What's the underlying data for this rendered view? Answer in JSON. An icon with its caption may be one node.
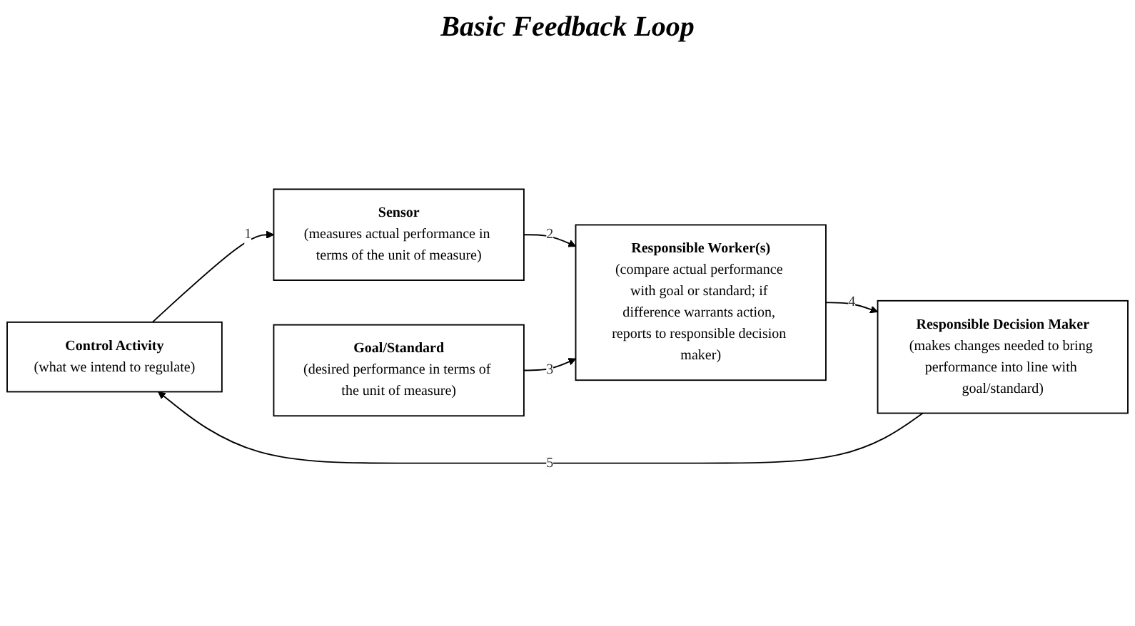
{
  "diagram": {
    "title": "Basic Feedback Loop",
    "nodes": [
      {
        "text": [
          "Control Activity",
          "(what we intend to regulate)"
        ]
      },
      {
        "text": [
          "Sensor",
          "(measures actual performance in terms of the unit of measure)"
        ]
      },
      {
        "text": [
          "Goal/Standard",
          "(desired performance in terms of the unit of measure)"
        ]
      },
      {
        "text": [
          "Responsible Worker(s)",
          "(compare actual performance with goal or standard; if difference warrants action, reports to responsible decision maker)"
        ]
      },
      {
        "text": [
          "Responsible Decision Maker",
          "(makes changes needed to bring performance into line with goal/standard)"
        ]
      }
    ],
    "edges": [
      {
        "from": 0,
        "to": 1,
        "arrow": "to",
        "label": "1"
      },
      {
        "from": 1,
        "to": 3,
        "arrow": "to",
        "label": "2"
      },
      {
        "from": 2,
        "to": 3,
        "arrow": "to",
        "label": "3"
      },
      {
        "from": 3,
        "to": 4,
        "arrow": "to",
        "label": "4"
      },
      {
        "from": 4,
        "to": 0,
        "arrow": "to",
        "label": "5"
      }
    ]
  }
}
